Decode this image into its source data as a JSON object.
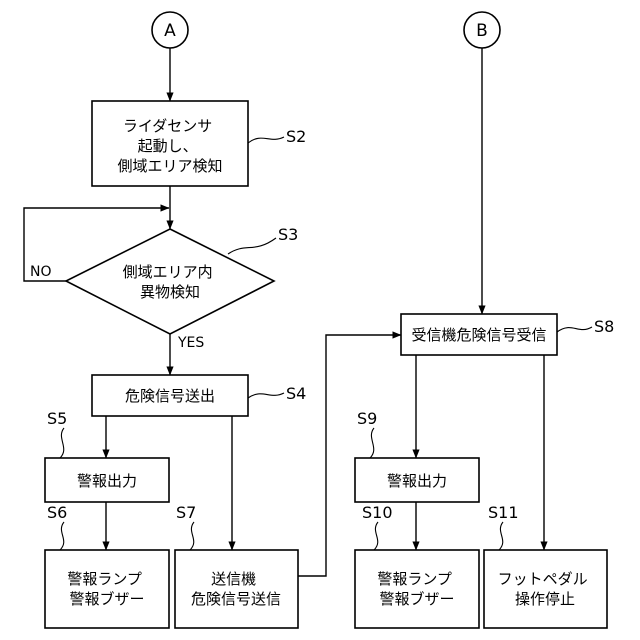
{
  "connectors": {
    "a": "A",
    "b": "B"
  },
  "nodes": {
    "s2": {
      "lines": [
        "ライダセンサ",
        "起動し、",
        "側域エリア検知"
      ],
      "step": "S2"
    },
    "s3": {
      "lines": [
        "側域エリア内",
        "異物検知"
      ],
      "step": "S3",
      "no_label": "NO",
      "yes_label": "YES"
    },
    "s4": {
      "lines": [
        "危険信号送出"
      ],
      "step": "S4"
    },
    "s5": {
      "lines": [
        "警報出力"
      ],
      "step": "S5"
    },
    "s6": {
      "lines": [
        "警報ランプ",
        "警報ブザー"
      ],
      "step": "S6"
    },
    "s7": {
      "lines": [
        "送信機",
        "危険信号送信"
      ],
      "step": "S7"
    },
    "s8": {
      "lines": [
        "受信機危険信号受信"
      ],
      "step": "S8"
    },
    "s9": {
      "lines": [
        "警報出力"
      ],
      "step": "S9"
    },
    "s10": {
      "lines": [
        "警報ランプ",
        "警報ブザー"
      ],
      "step": "S10"
    },
    "s11": {
      "lines": [
        "フットペダル",
        "操作停止"
      ],
      "step": "S11"
    }
  },
  "colors": {
    "stroke": "#000000",
    "fill": "#ffffff",
    "text": "#000000"
  }
}
